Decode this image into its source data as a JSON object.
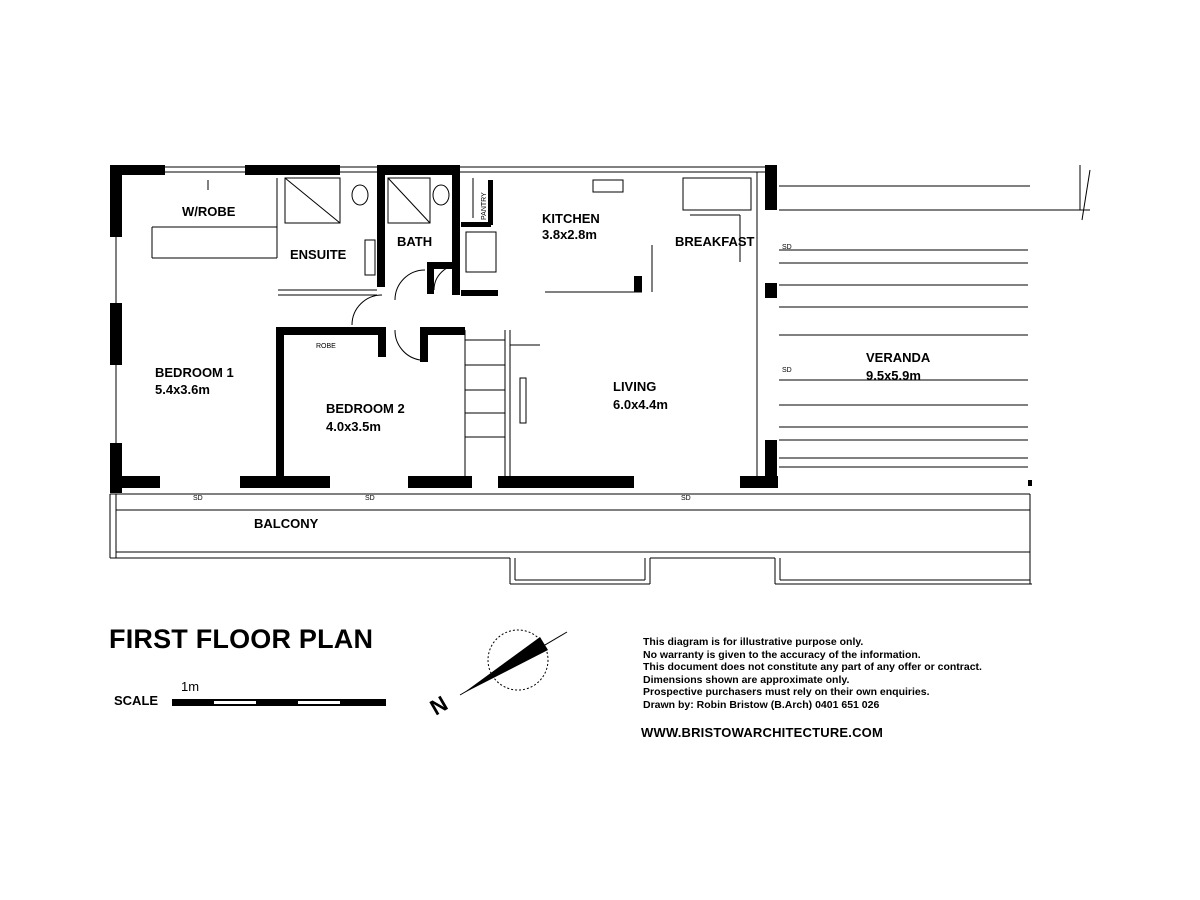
{
  "plan": {
    "title": "FIRST FLOOR PLAN",
    "rooms": {
      "wrobe": "W/ROBE",
      "ensuite": "ENSUITE",
      "bath": "BATH",
      "pantry": "PANTRY",
      "kitchen": "KITCHEN",
      "kitchen_dim": "3.8x2.8m",
      "breakfast": "BREAKFAST",
      "bedroom1": "BEDROOM 1",
      "bedroom1_dim": "5.4x3.6m",
      "robe": "ROBE",
      "bedroom2": "BEDROOM 2",
      "bedroom2_dim": "4.0x3.5m",
      "living": "LIVING",
      "living_dim": "6.0x4.4m",
      "veranda": "VERANDA",
      "veranda_dim": "9.5x5.9m",
      "balcony": "BALCONY"
    },
    "door_tags": {
      "sd": "SD"
    }
  },
  "scale": {
    "label": "SCALE",
    "unit": "1m"
  },
  "compass": {
    "north": "N"
  },
  "disclaimer": [
    "This diagram is for illustrative purpose only.",
    "No warranty is given to the accuracy of the information.",
    "This document does not constitute any part of any offer or contract.",
    "Dimensions shown are approximate only.",
    "Prospective purchasers must rely on their own enquiries.",
    "Drawn by: Robin Bristow (B.Arch) 0401 651 026"
  ],
  "website": "WWW.BRISTOWARCHITECTURE.COM"
}
